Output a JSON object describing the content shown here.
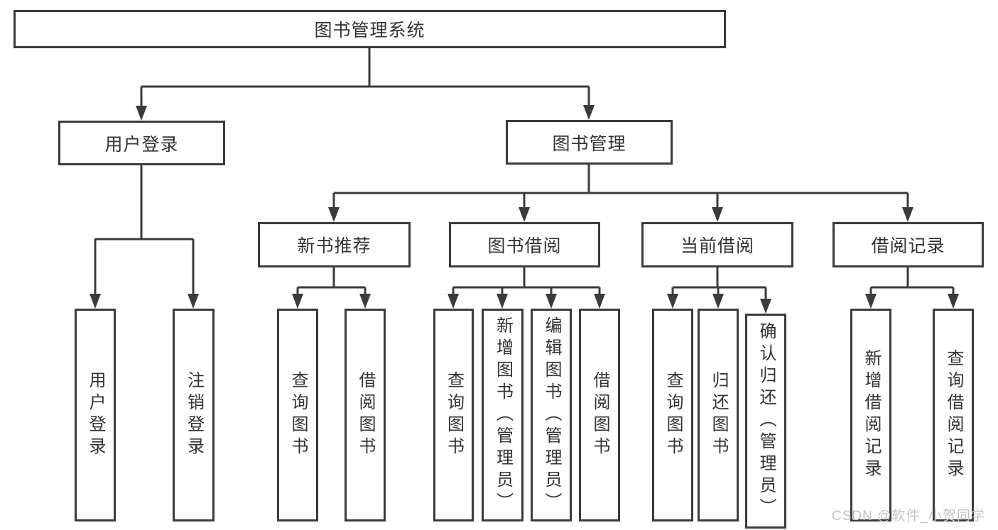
{
  "diagram": {
    "root": "图书管理系统",
    "user_login": {
      "label": "用户登录",
      "children": [
        "用户登录",
        "注销登录"
      ]
    },
    "book_management": {
      "label": "图书管理",
      "groups": [
        {
          "label": "新书推荐",
          "children": [
            "查询图书",
            "借阅图书"
          ]
        },
        {
          "label": "图书借阅",
          "children": [
            "查询图书",
            "新增图书（管理员）",
            "编辑图书（管理员）",
            "借阅图书"
          ]
        },
        {
          "label": "当前借阅",
          "children": [
            "查询图书",
            "归还图书",
            "确认归还（管理员）"
          ]
        },
        {
          "label": "借阅记录",
          "children": [
            "新增借阅记录",
            "查询借阅记录"
          ]
        }
      ]
    }
  },
  "watermark": "CSDN @软件_小贺同学",
  "colors": {
    "line": "#3b3b3b",
    "text": "#333333",
    "watermark": "#c3c3c3"
  }
}
